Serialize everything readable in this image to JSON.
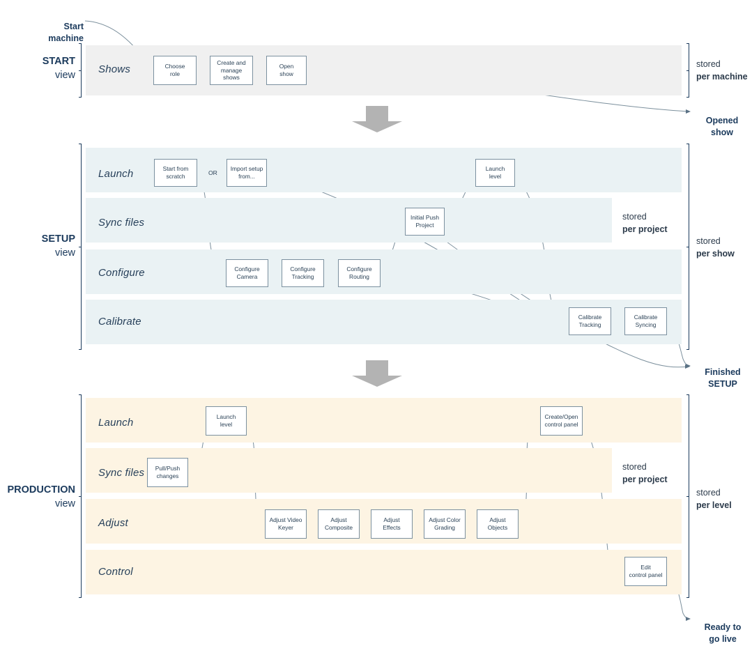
{
  "diagram": {
    "title": "Show production workflow phases",
    "colors": {
      "start_band": "#f0f0f0",
      "setup_band": "#eaf2f4",
      "production_band": "#fdf4e3",
      "node_border": "#7b909f",
      "edge": "#7b8f9c",
      "text_dark": "#1b3a5c",
      "chevron": "#b3b3b3"
    }
  },
  "phases": [
    {
      "key": "start",
      "title": "START",
      "subtitle": "view",
      "rows": [
        {
          "name": "Shows",
          "nodes": [
            {
              "label": "Choose\nrole"
            },
            {
              "label": "Create and\nmanage\nshows"
            },
            {
              "label": "Open\nshow"
            }
          ]
        }
      ],
      "right_note": {
        "line1": "stored",
        "line2": "per machine"
      }
    },
    {
      "key": "setup",
      "title": "SETUP",
      "subtitle": "view",
      "rows": [
        {
          "name": "Launch",
          "nodes": [
            {
              "label": "Start from\nscratch"
            },
            {
              "label": "Import setup\nfrom..."
            },
            {
              "label": "Launch\nlevel"
            }
          ]
        },
        {
          "name": "Sync files",
          "nodes": [
            {
              "label": "Initial Push\nProject"
            }
          ]
        },
        {
          "name": "Configure",
          "nodes": [
            {
              "label": "Configure\nCamera"
            },
            {
              "label": "Configure\nTracking"
            },
            {
              "label": "Configure\nRouting"
            }
          ]
        },
        {
          "name": "Calibrate",
          "nodes": [
            {
              "label": "Calibrate\nTracking"
            },
            {
              "label": "Calibrate\nSyncing"
            }
          ]
        }
      ],
      "inner_note": {
        "line1": "stored",
        "line2": "per project"
      },
      "right_note": {
        "line1": "stored",
        "line2": "per show"
      },
      "or_label": "OR"
    },
    {
      "key": "production",
      "title": "PRODUCTION",
      "subtitle": "view",
      "rows": [
        {
          "name": "Launch",
          "nodes": [
            {
              "label": "Launch\nlevel"
            },
            {
              "label": "Create/Open\ncontrol panel"
            }
          ]
        },
        {
          "name": "Sync files",
          "nodes": [
            {
              "label": "Pull/Push\nchanges"
            }
          ]
        },
        {
          "name": "Adjust",
          "nodes": [
            {
              "label": "Adjust Video\nKeyer"
            },
            {
              "label": "Adjust\nComposite"
            },
            {
              "label": "Adjust\nEffects"
            },
            {
              "label": "Adjust Color\nGrading"
            },
            {
              "label": "Adjust\nObjects"
            }
          ]
        },
        {
          "name": "Control",
          "nodes": [
            {
              "label": "Edit\ncontrol panel"
            }
          ]
        }
      ],
      "inner_note": {
        "line1": "stored",
        "line2": "per project"
      },
      "right_note": {
        "line1": "stored",
        "line2": "per level"
      }
    }
  ],
  "terminals": {
    "start_machine": "Start\nmachine",
    "opened_show": "Opened\nshow",
    "finished_setup": "Finished\nSETUP",
    "ready_to_go_live": "Ready to\ngo live"
  }
}
